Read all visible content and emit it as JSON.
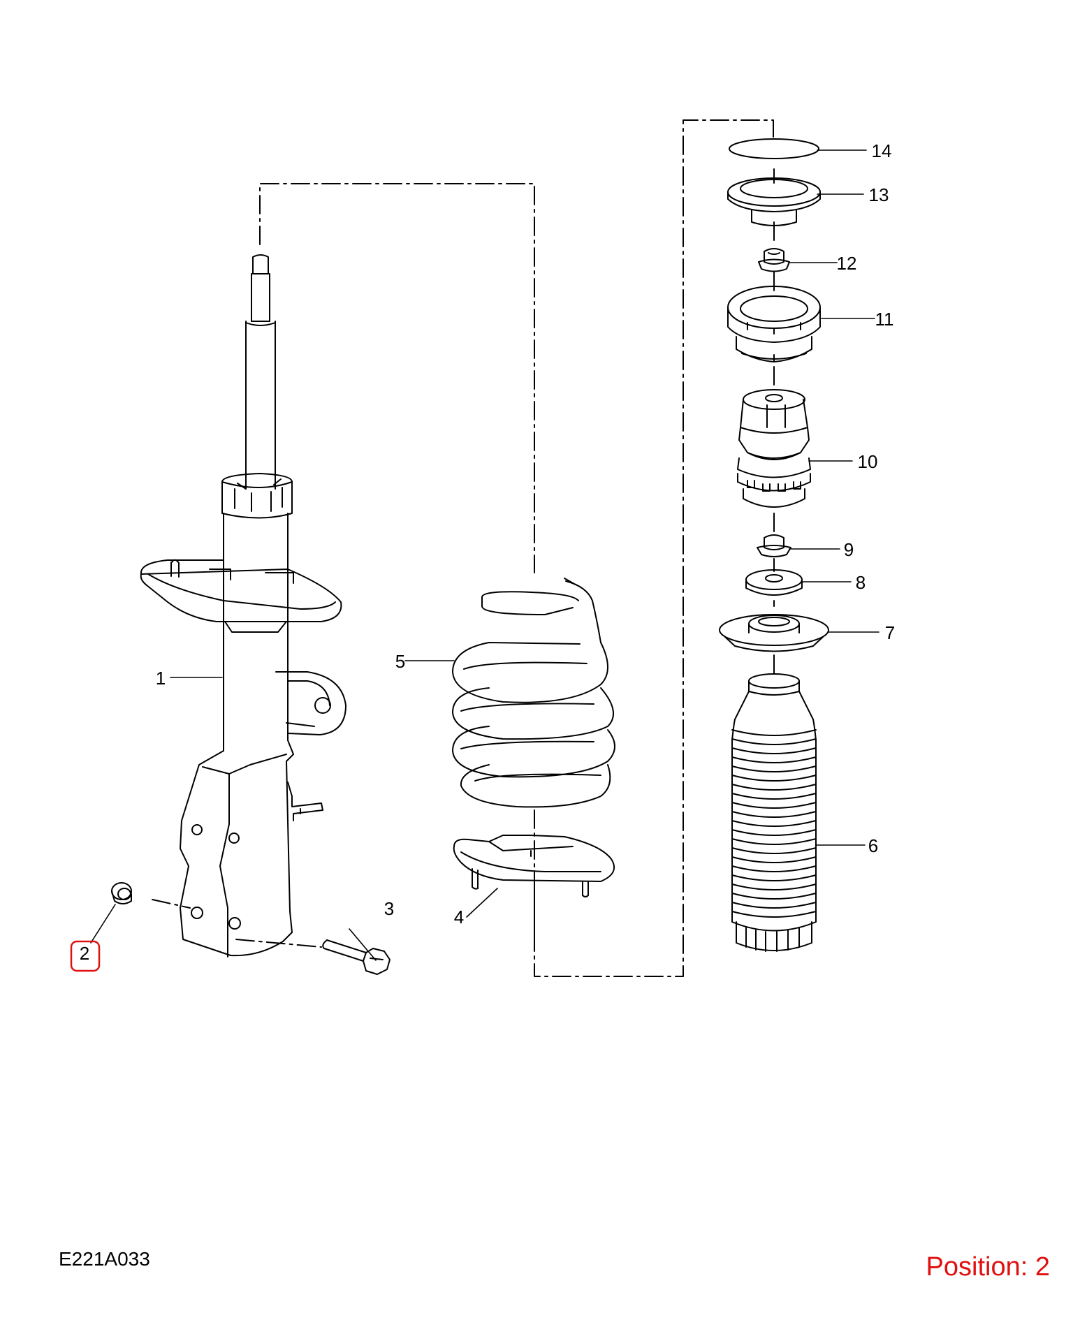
{
  "diagram": {
    "code": "E221A033",
    "position_label": "Position: 2",
    "highlight_color": "#e01010",
    "callouts": {
      "c1": "1",
      "c2": "2",
      "c3": "3",
      "c4": "4",
      "c5": "5",
      "c6": "6",
      "c7": "7",
      "c8": "8",
      "c9": "9",
      "c10": "10",
      "c11": "11",
      "c12": "12",
      "c13": "13",
      "c14": "14"
    }
  }
}
